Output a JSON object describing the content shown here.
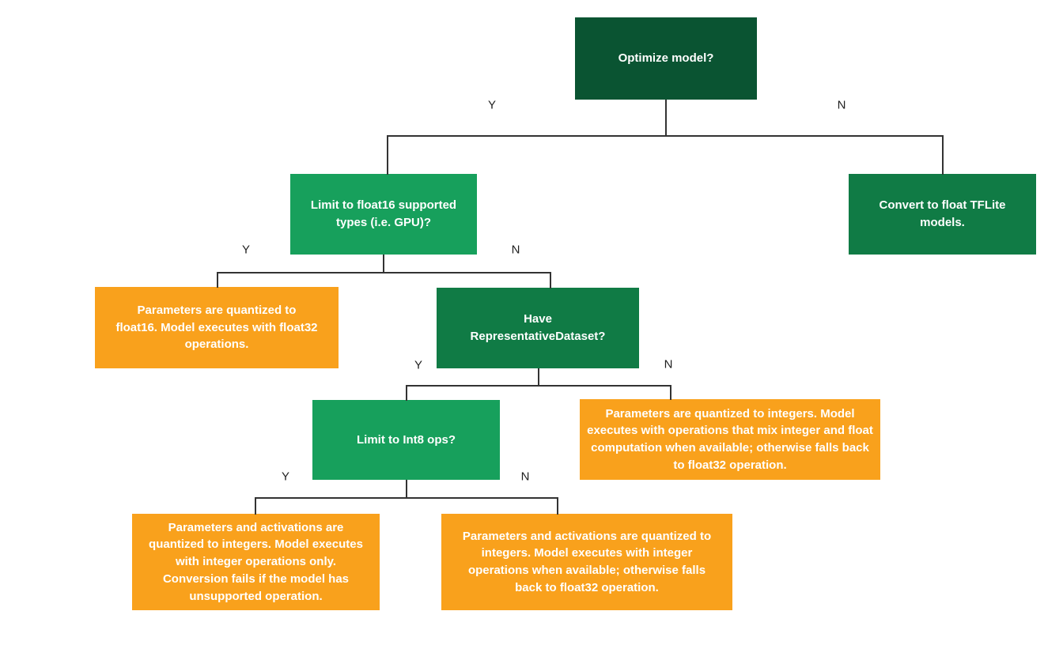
{
  "colors": {
    "box_dark_green": "#0A5432",
    "box_green": "#107B45",
    "box_light_green": "#17A05C",
    "box_orange": "#F9A11C",
    "box_text": "#FFFFFF",
    "connector": "#333333",
    "edge_label": "#1F1F1F",
    "background": "#FFFFFF"
  },
  "nodes": {
    "optimize": {
      "label": "Optimize model?"
    },
    "limit_float16": {
      "label": "Limit to float16 supported types (i.e. GPU)?"
    },
    "convert_float": {
      "label": "Convert to float TFLite models."
    },
    "quantized_float16": {
      "label": "Parameters are quantized to float16. Model executes with float32 operations."
    },
    "have_dataset": {
      "label": "Have RepresentativeDataset?"
    },
    "limit_int8": {
      "label": "Limit to Int8 ops?"
    },
    "quantized_mixed": {
      "label": "Parameters are quantized to integers. Model executes with operations that mix integer and float computation when available; otherwise falls back to float32 operation."
    },
    "quantized_int_only": {
      "label": "Parameters and activations are quantized to integers. Model executes with integer operations only. Conversion fails if the model has unsupported operation."
    },
    "quantized_int_fallback": {
      "label": "Parameters and activations are quantized to integers. Model executes with integer operations when available; otherwise falls back to float32 operation."
    }
  },
  "edges": {
    "l1_yes": "Y",
    "l1_no": "N",
    "l2_yes": "Y",
    "l2_no": "N",
    "l3_yes": "Y",
    "l3_no": "N",
    "l4_yes": "Y",
    "l4_no": "N"
  }
}
